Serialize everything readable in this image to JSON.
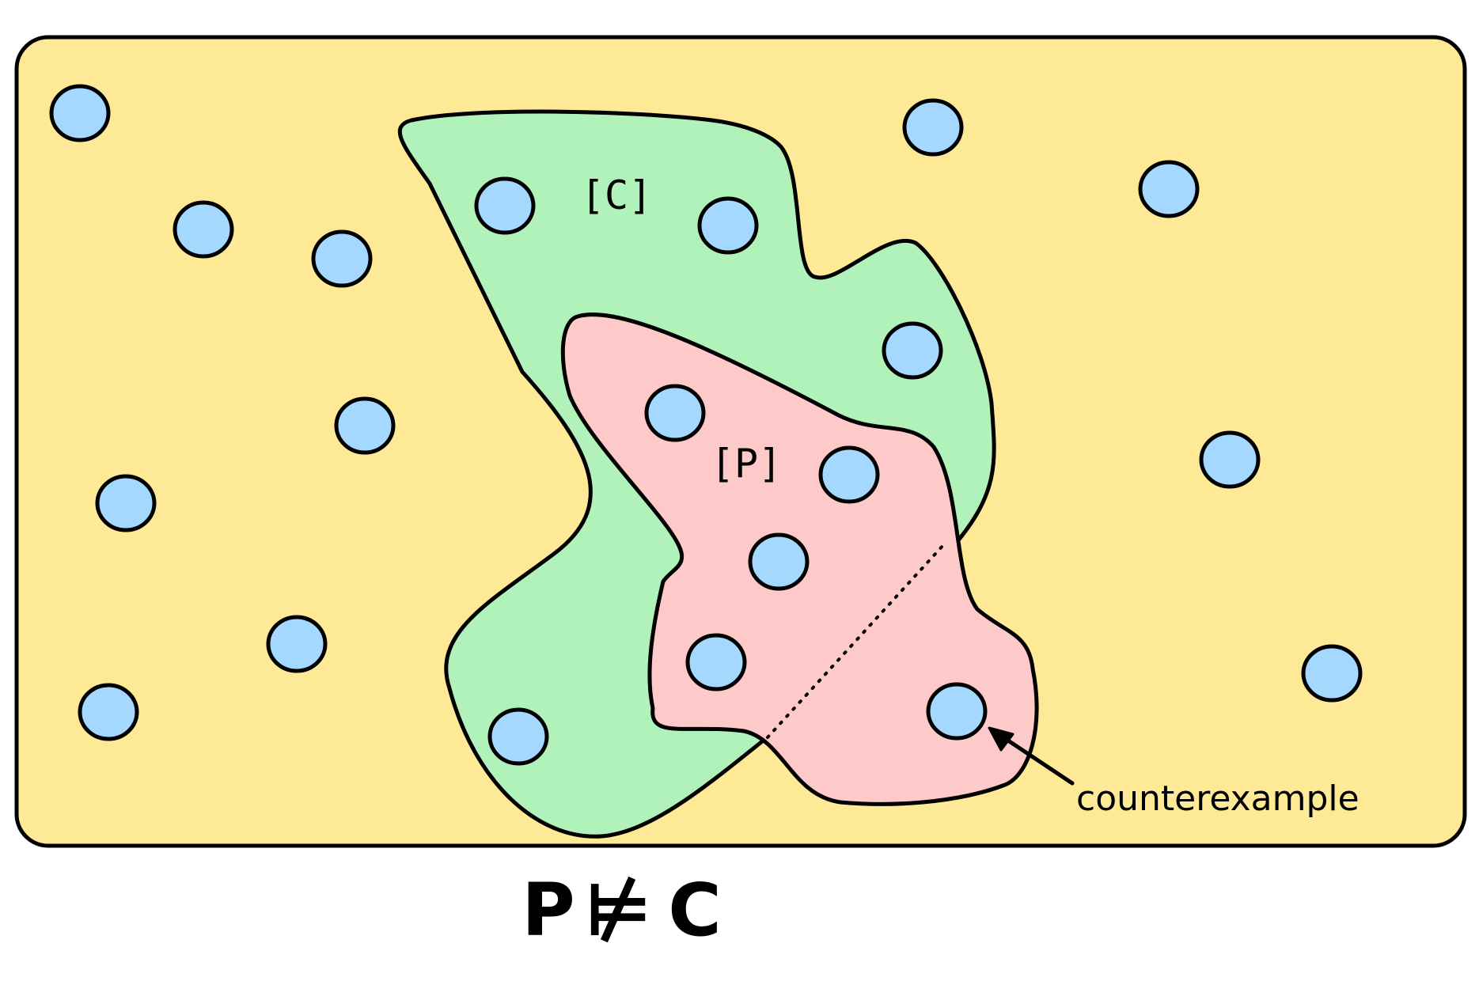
{
  "diagram": {
    "set_c_label": "[C]",
    "set_p_label": "[P]",
    "annotation": "counterexample",
    "formula_left": "P",
    "formula_relation": "⊭",
    "formula_right": "C"
  },
  "colors": {
    "universe_fill": "#fde996",
    "set_c_fill": "#b1f2bb",
    "set_p_fill": "#fec9c9",
    "point_fill": "#a5d8fe",
    "stroke": "#000000"
  }
}
